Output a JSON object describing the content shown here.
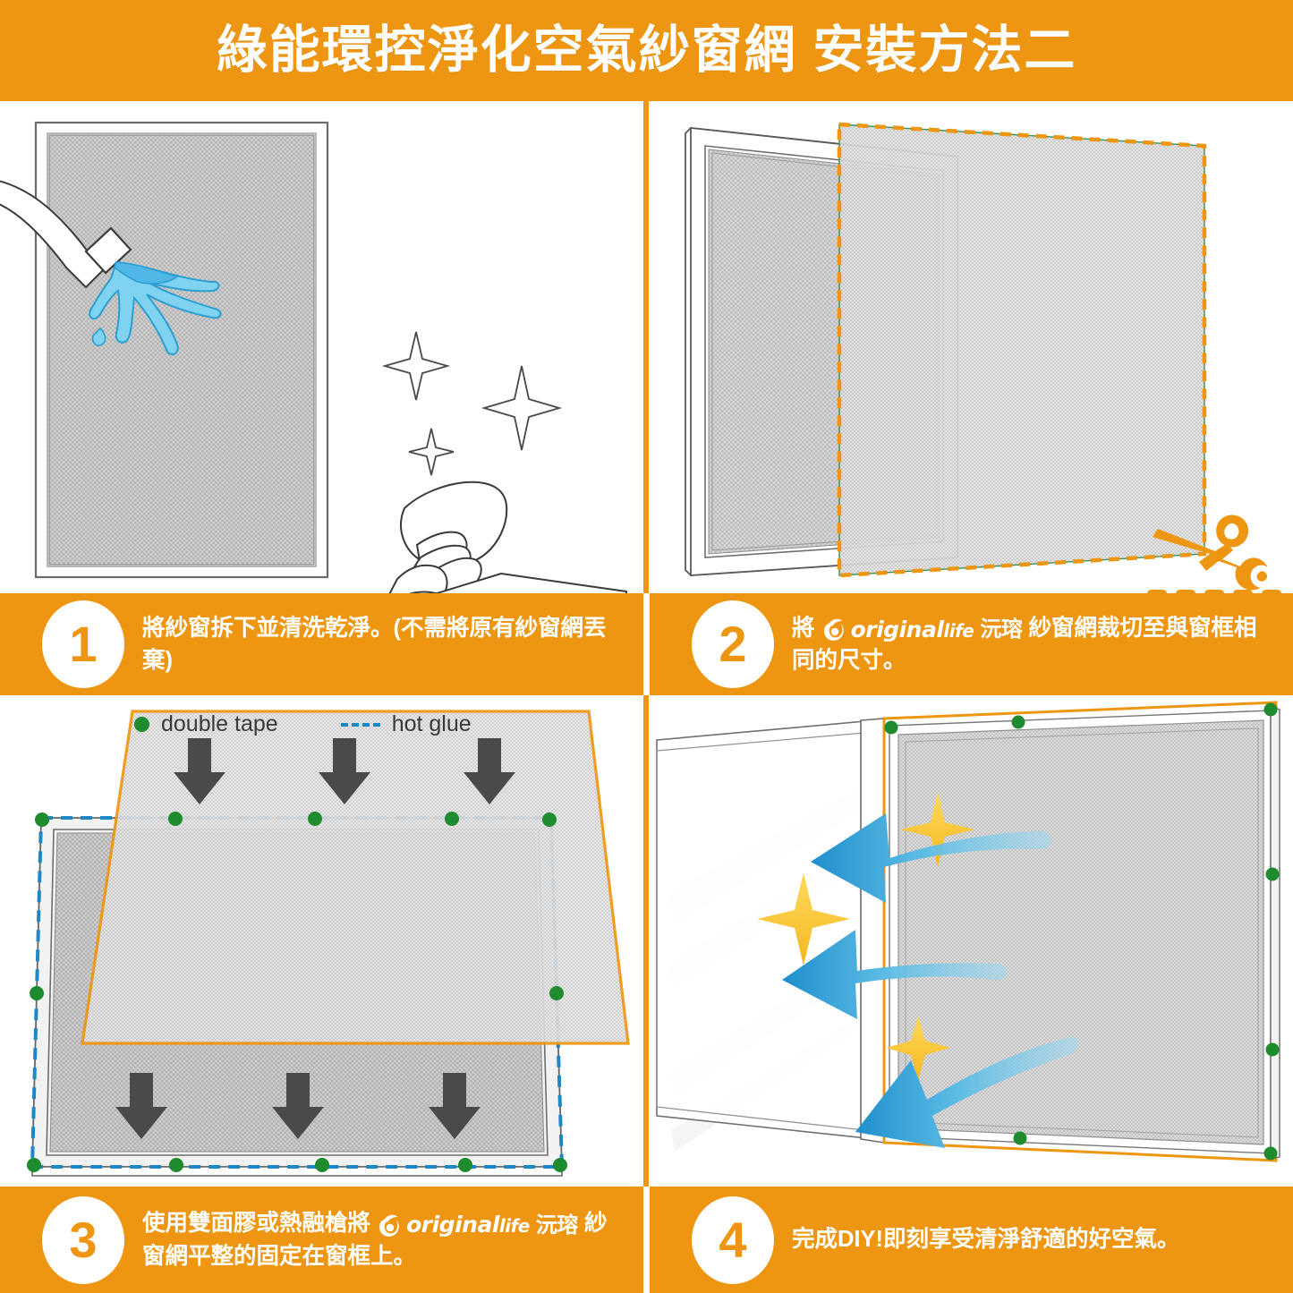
{
  "header": {
    "title": "綠能環控淨化空氣紗窗網 安裝方法二",
    "bg_color": "#ee9611",
    "text_color": "#ffffff"
  },
  "brand": {
    "mark_name": "originallife-fruit-leaf-mark",
    "word_main": "original",
    "word_suffix": "life",
    "chinese": "沅瑢"
  },
  "legend": {
    "items": [
      {
        "marker": "dot",
        "color": "#1e8c2e",
        "label": "double tape"
      },
      {
        "marker": "dashed-line",
        "color": "#1e88c7",
        "label": "hot glue"
      }
    ]
  },
  "steps": [
    {
      "number": "1",
      "text": "將紗窗拆下並清洗乾淨。(不需將原有紗窗網丟棄)",
      "has_brand": false,
      "illustration": "window-screen-washing"
    },
    {
      "number": "2",
      "text_before": "將",
      "text_after": "紗窗網裁切至與窗框相同的尺寸。",
      "has_brand": true,
      "illustration": "mesh-sheet-cut-to-size"
    },
    {
      "number": "3",
      "text_before": "使用雙面膠或熱融槍將",
      "text_after": "紗窗網平整的固定在窗框上。",
      "has_brand": true,
      "illustration": "mesh-attach-to-frame"
    },
    {
      "number": "4",
      "text": "完成DIY!即刻享受清淨舒適的好空氣。",
      "has_brand": false,
      "illustration": "installed-airflow"
    }
  ],
  "icons": {
    "scissors": "scissors-cut-icon",
    "arrow_down": "arrow-down-icon",
    "airflow": "airflow-arrow-icon",
    "sparkle": "sparkle-icon",
    "water_spray": "water-spray-icon",
    "hand_cloth": "hand-with-cloth-icon"
  },
  "colors": {
    "orange": "#ee9611",
    "green_tape": "#1e8c2e",
    "blue_glue": "#1e88c7",
    "airflow_blue": "#2e9bd6",
    "sparkle_yellow": "#fbc02d",
    "mesh_gray": "#c9c9c9",
    "line_gray": "#5a5a5a"
  }
}
